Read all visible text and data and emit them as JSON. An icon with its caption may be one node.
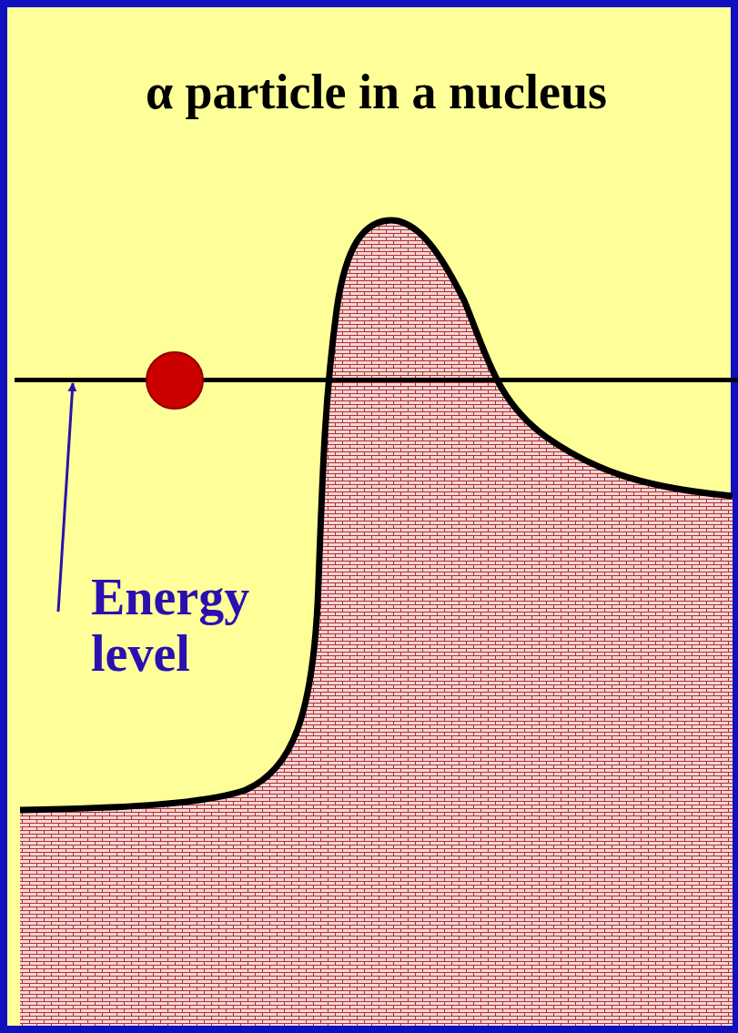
{
  "diagram": {
    "title": "α particle in a nucleus",
    "nodes": [
      {
        "text": [
          "Energy level"
        ]
      },
      {
        "text": [],
        "shape": "line"
      }
    ],
    "edges": [
      {
        "from": 0,
        "to": 1,
        "arrow": "to"
      }
    ]
  }
}
